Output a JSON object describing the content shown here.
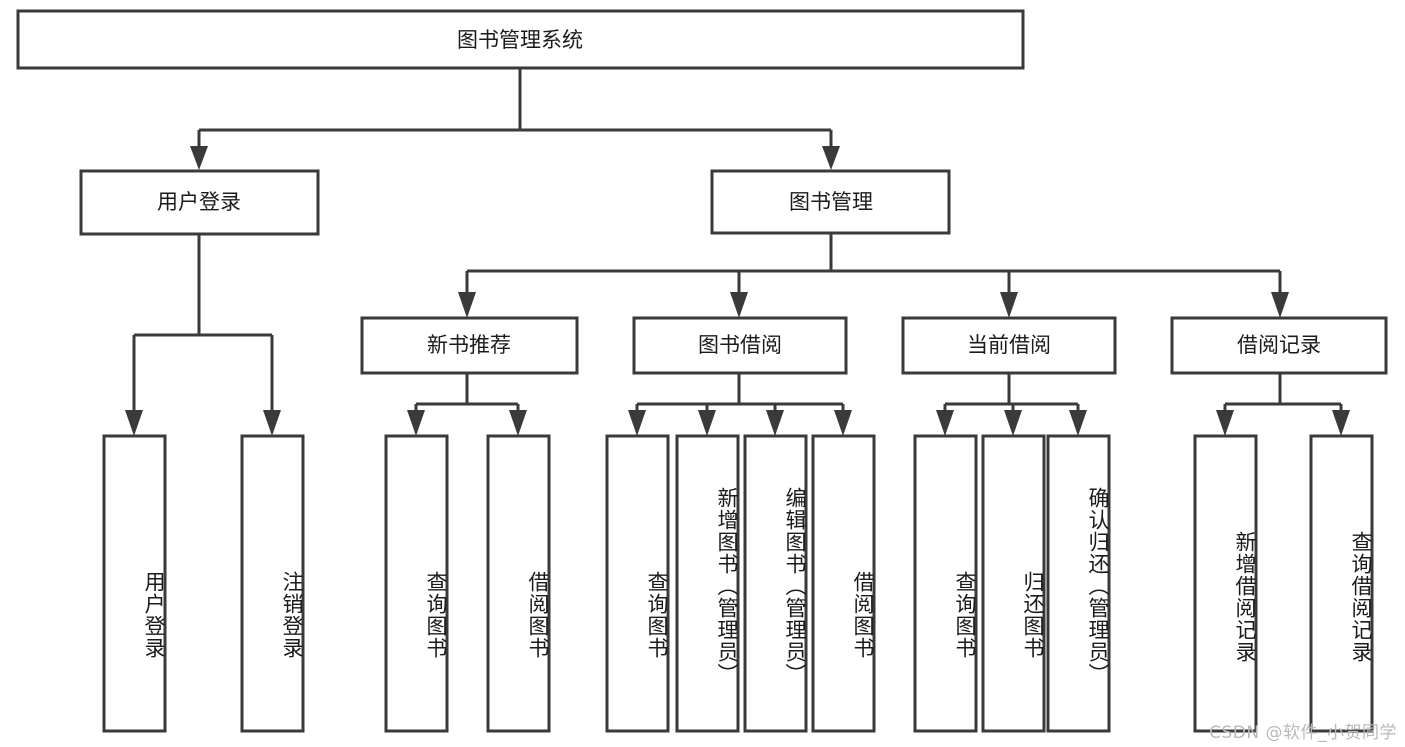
{
  "diagram": {
    "title": "图书管理系统",
    "watermark": "CSDN @软件_小贺同学",
    "colors": {
      "stroke": "#3a3a3a",
      "fill": "#ffffff",
      "text": "#1b1b1b",
      "watermark": "#b9b9b9"
    }
  },
  "nodes": {
    "root": {
      "label": "图书管理系统"
    },
    "level2": [
      {
        "label": "用户登录"
      },
      {
        "label": "图书管理"
      }
    ],
    "level3": [
      {
        "label": "新书推荐"
      },
      {
        "label": "图书借阅"
      },
      {
        "label": "当前借阅"
      },
      {
        "label": "借阅记录"
      }
    ],
    "leaves_user_login": [
      {
        "label": "用户登录"
      },
      {
        "label": "注销登录"
      }
    ],
    "leaves_new_book": [
      {
        "label": "查询图书"
      },
      {
        "label": "借阅图书"
      }
    ],
    "leaves_borrow": [
      {
        "label": "查询图书"
      },
      {
        "label": "新增图书（管理员）"
      },
      {
        "label": "编辑图书（管理员）"
      },
      {
        "label": "借阅图书"
      }
    ],
    "leaves_current": [
      {
        "label": "查询图书"
      },
      {
        "label": "归还图书"
      },
      {
        "label": "确认归还（管理员）"
      }
    ],
    "leaves_records": [
      {
        "label": "新增借阅记录"
      },
      {
        "label": "查询借阅记录"
      }
    ]
  }
}
